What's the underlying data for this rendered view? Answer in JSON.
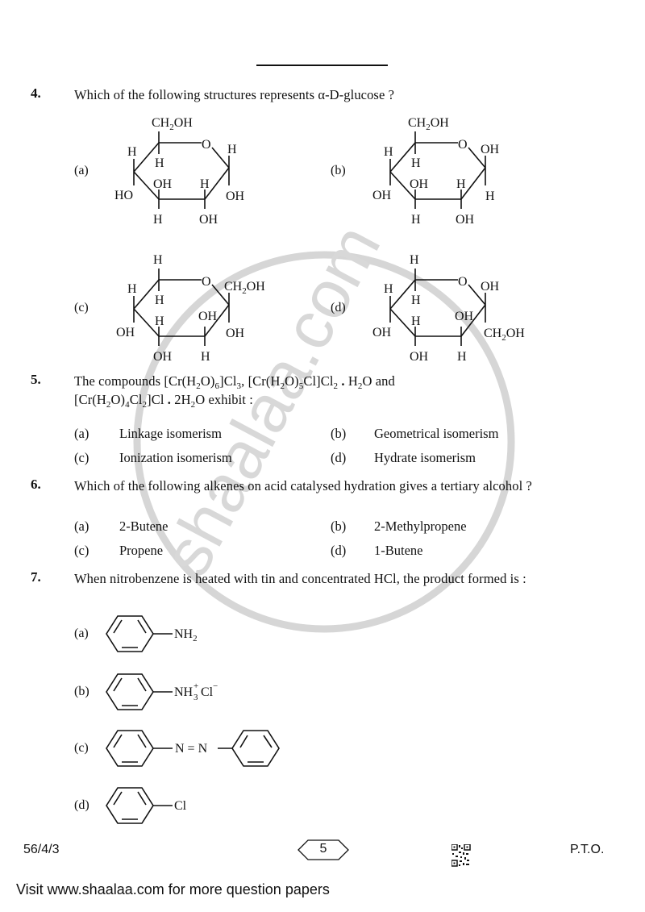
{
  "header": {
    "rule": true
  },
  "questions": [
    {
      "number": "4.",
      "text": "Which of the following structures represents α-D-glucose ?",
      "options": [
        {
          "label": "(a)",
          "structure": "pyranose ring",
          "substituents": {
            "c5_top": "CH2OH",
            "c5_side": "H",
            "c4_up": "H",
            "c4_down": "HO",
            "c3_up": "OH",
            "c3_down": "H",
            "c2_up": "H",
            "c2_down": "OH",
            "c1_up": "H",
            "c1_down": "OH"
          }
        },
        {
          "label": "(b)",
          "structure": "pyranose ring",
          "substituents": {
            "c5_top": "CH2OH",
            "c5_side": "H",
            "c4_up": "H",
            "c4_down": "OH",
            "c3_up": "OH",
            "c3_down": "H",
            "c2_up": "H",
            "c2_down": "OH",
            "c1_up": "OH",
            "c1_down": "H"
          }
        },
        {
          "label": "(c)",
          "structure": "pyranose ring",
          "substituents": {
            "c5_top": "H",
            "c5_side": "H",
            "c4_up": "H",
            "c4_down": "OH",
            "c3_up": "H",
            "c3_down": "OH",
            "c2_up": "OH",
            "c2_down": "H",
            "c1_up": "CH2OH",
            "c1_down": "OH"
          }
        },
        {
          "label": "(d)",
          "structure": "pyranose ring",
          "substituents": {
            "c5_top": "H",
            "c5_side": "H",
            "c4_up": "H",
            "c4_down": "OH",
            "c3_up": "H",
            "c3_down": "OH",
            "c2_up": "OH",
            "c2_down": "H",
            "c1_up": "OH",
            "c1_down": "CH2OH"
          }
        }
      ]
    },
    {
      "number": "5.",
      "text_line1_prefix": "The compounds ",
      "text_line2_suffix": " exhibit :",
      "options": [
        {
          "label": "(a)",
          "text": "Linkage isomerism"
        },
        {
          "label": "(b)",
          "text": "Geometrical isomerism"
        },
        {
          "label": "(c)",
          "text": "Ionization isomerism"
        },
        {
          "label": "(d)",
          "text": "Hydrate isomerism"
        }
      ]
    },
    {
      "number": "6.",
      "text": "Which of the following alkenes on acid catalysed hydration gives a tertiary alcohol ?",
      "options": [
        {
          "label": "(a)",
          "text": "2-Butene"
        },
        {
          "label": "(b)",
          "text": "2-Methylpropene"
        },
        {
          "label": "(c)",
          "text": "Propene"
        },
        {
          "label": "(d)",
          "text": "1-Butene"
        }
      ]
    },
    {
      "number": "7.",
      "text": "When nitrobenzene is heated with tin and concentrated HCl, the product formed is :",
      "options": [
        {
          "label": "(a)",
          "structure": "benzene ring",
          "substituent": "NH2"
        },
        {
          "label": "(b)",
          "structure": "benzene ring",
          "substituent": "NH3+ Cl−"
        },
        {
          "label": "(c)",
          "structure": "azobenzene",
          "substituent": "N = N"
        },
        {
          "label": "(d)",
          "structure": "benzene ring",
          "substituent": "Cl"
        }
      ]
    }
  ],
  "footer": {
    "code": "56/4/3",
    "page": "5",
    "pto": "P.T.O.",
    "visit": "Visit www.shaalaa.com for more question papers"
  },
  "watermark": {
    "text": "shaalaa.com",
    "color": "#d9d9d9"
  },
  "colors": {
    "text": "#111111",
    "background": "#ffffff",
    "watermark": "#d9d9d9"
  }
}
